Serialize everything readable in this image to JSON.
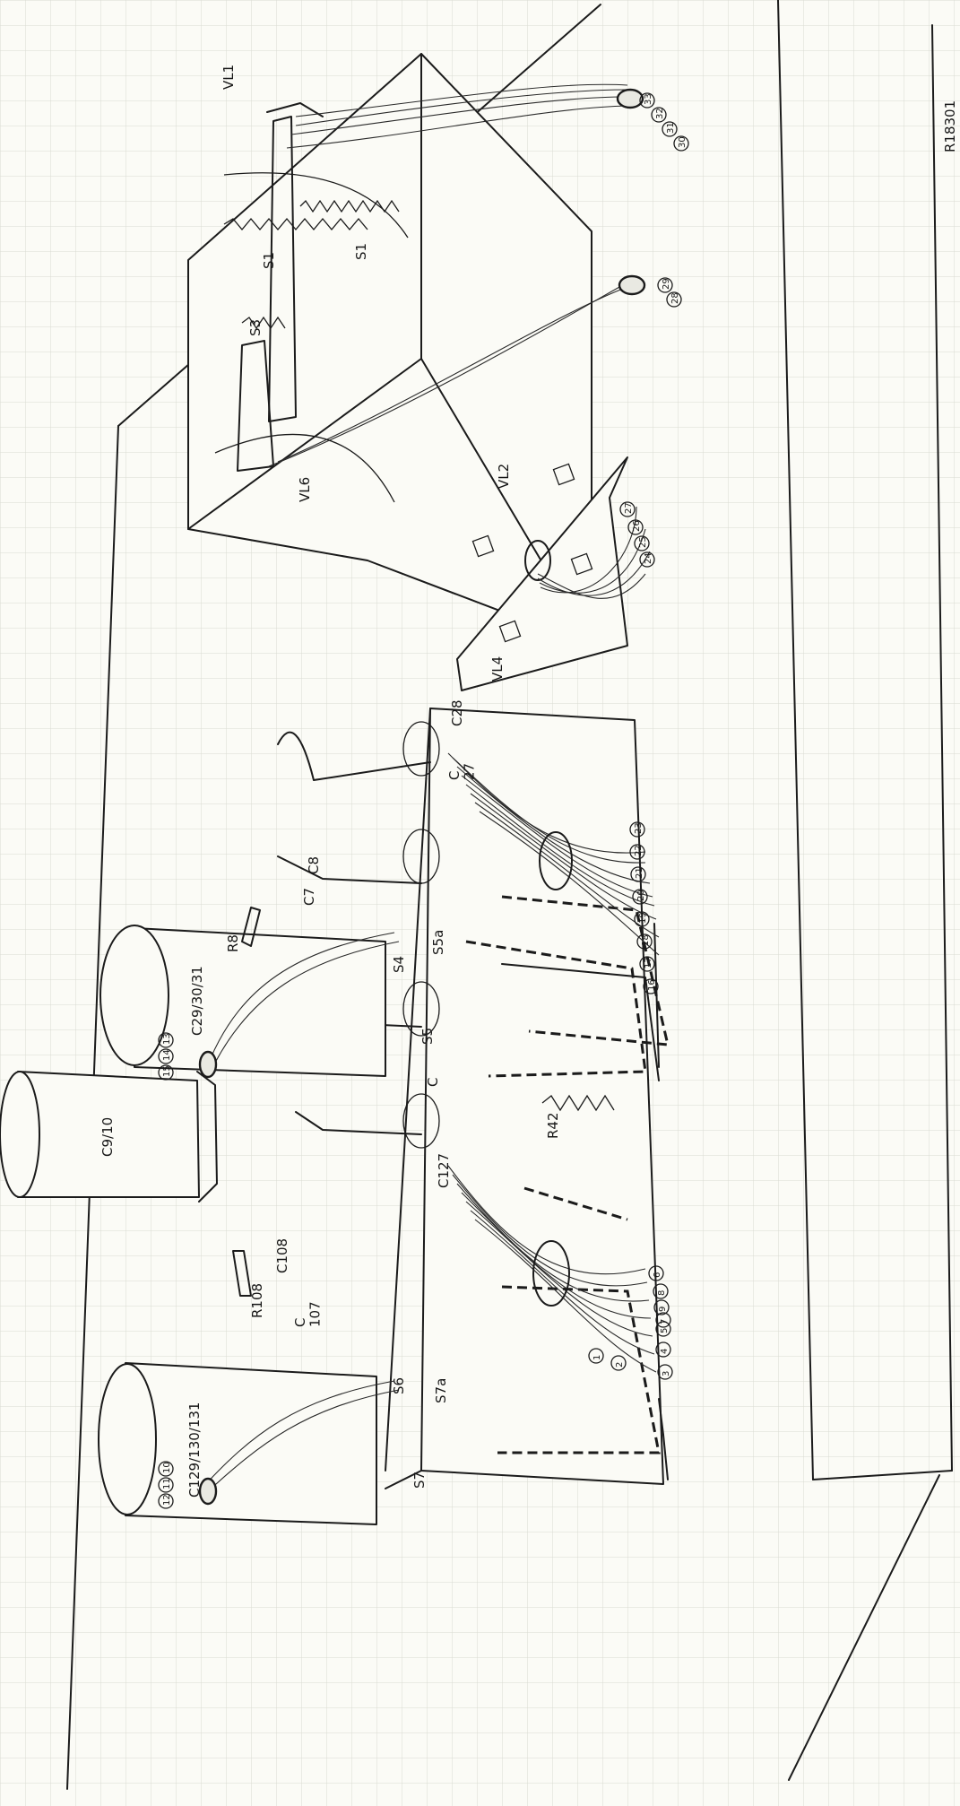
{
  "figure": {
    "drawing_number": "R18301",
    "component_labels": {
      "vl1": "VL1",
      "s1_top": "S1",
      "s1_lower": "S1",
      "s3": "S3",
      "vl6": "VL6",
      "vl2": "VL2",
      "vl4": "VL4",
      "c28": "C28",
      "c27": "C\n27",
      "c29": "C29/30/31",
      "r8": "R8",
      "c7": "C7",
      "c8": "C8",
      "s4": "S4",
      "s5a": "S5a",
      "s5": "S5",
      "c126": "C",
      "c9": "C9/10",
      "r108": "R108",
      "c108": "C108",
      "c107": "C\n107",
      "c127": "C127",
      "r42": "R42",
      "c129": "C129/130/131",
      "s6": "S6",
      "s7a": "S7a",
      "s7": "S7"
    },
    "callouts": {
      "g1": "1",
      "g2": "2",
      "g3": "3",
      "g4": "4",
      "g5": "5",
      "g6": "6",
      "g7": "7",
      "g8": "8",
      "g9": "9",
      "g10": "10",
      "g11": "11",
      "g12": "12",
      "g13": "13",
      "g14": "14",
      "g15": "15",
      "g16": "16",
      "g17": "17",
      "g18": "18",
      "g19": "19",
      "g20": "20",
      "g21": "21",
      "g22": "22",
      "g23": "23",
      "g24": "24",
      "g25": "25",
      "g26": "26",
      "g27": "27",
      "g28": "28",
      "g29": "29",
      "g30": "30",
      "g31": "31",
      "g32": "32",
      "g33": "33"
    }
  }
}
